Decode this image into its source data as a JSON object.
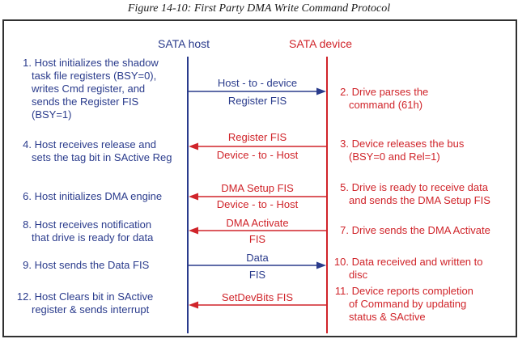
{
  "caption": "Figure 14-10: First Party DMA Write Command Protocol",
  "headers": {
    "host": "SATA host",
    "device": "SATA device"
  },
  "colors": {
    "host": "#2a3b8c",
    "device": "#d0242a"
  },
  "host_steps": [
    {
      "num": "1.",
      "lines": [
        "Host initializes the shadow",
        "task file registers (BSY=0),",
        "writes Cmd register, and",
        "sends the Register FIS",
        "(BSY=1)"
      ]
    },
    {
      "num": "4.",
      "lines": [
        "Host receives release and",
        "sets the tag bit in SActive Reg"
      ]
    },
    {
      "num": "6.",
      "lines": [
        "Host initializes DMA engine"
      ]
    },
    {
      "num": "8.",
      "lines": [
        "Host receives notification",
        "that drive is ready for data"
      ]
    },
    {
      "num": "9.",
      "lines": [
        "Host sends the Data FIS"
      ]
    },
    {
      "num": "12.",
      "lines": [
        "Host Clears bit in SActive",
        "register & sends interrupt"
      ]
    }
  ],
  "device_steps": [
    {
      "num": "2.",
      "lines": [
        "Drive parses the",
        "command (61h)"
      ]
    },
    {
      "num": "3.",
      "lines": [
        "Device releases the bus",
        "(BSY=0 and Rel=1)"
      ]
    },
    {
      "num": "5.",
      "lines": [
        "Drive is ready to receive data",
        "and sends the DMA Setup FIS"
      ]
    },
    {
      "num": "7.",
      "lines": [
        "Drive sends the DMA Activate"
      ]
    },
    {
      "num": "10.",
      "lines": [
        "Data received and written to",
        "disc"
      ]
    },
    {
      "num": "11.",
      "lines": [
        "Device reports completion",
        "of Command by updating",
        "status & SActive"
      ]
    }
  ],
  "messages": [
    {
      "above": "Host - to - device",
      "below": "Register FIS",
      "direction": "to-device"
    },
    {
      "above": "Register FIS",
      "below": "Device - to - Host",
      "direction": "to-host"
    },
    {
      "above": "DMA Setup FIS",
      "below": "Device - to - Host",
      "direction": "to-host"
    },
    {
      "above": "DMA Activate",
      "below": "FIS",
      "direction": "to-host"
    },
    {
      "above": "Data",
      "below": "FIS",
      "direction": "to-device"
    },
    {
      "above": "SetDevBits FIS",
      "below": "",
      "direction": "to-host"
    }
  ]
}
